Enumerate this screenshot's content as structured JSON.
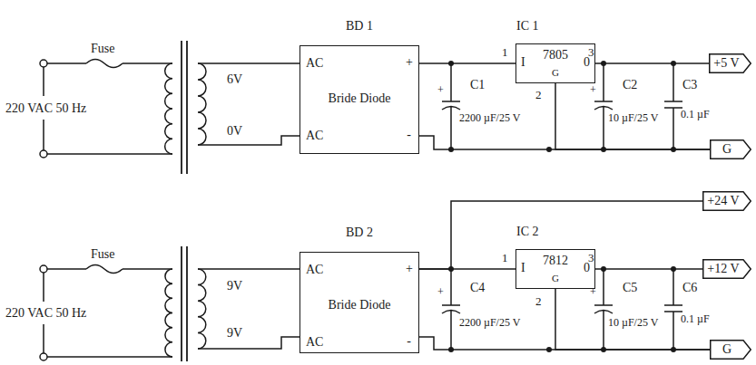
{
  "diagram": {
    "nodes": [
      {
        "text": [
          "BD 1",
          "AC",
          "+",
          "Bride Diode",
          "AC",
          "-"
        ]
      },
      {
        "text": [
          "IC 1",
          "I",
          "7805",
          "0",
          "G"
        ]
      },
      {
        "text": [
          "+5 V"
        ]
      },
      {
        "text": [
          "G"
        ]
      },
      {
        "text": [
          "BD 2",
          "AC",
          "+",
          "Bride Diode",
          "AC",
          "-"
        ]
      },
      {
        "text": [
          "IC 2",
          "I",
          "7812",
          "0",
          "G"
        ]
      },
      {
        "text": [
          "+24 V"
        ]
      },
      {
        "text": [
          "+12 V"
        ]
      },
      {
        "text": [
          "G"
        ]
      }
    ],
    "edges": [
      {
        "from": 0,
        "to": 1,
        "arrow": "none"
      },
      {
        "from": 1,
        "to": 2,
        "arrow": "none"
      },
      {
        "from": 0,
        "to": 3,
        "arrow": "none"
      },
      {
        "from": 1,
        "to": 3,
        "arrow": "none"
      },
      {
        "from": 4,
        "to": 5,
        "arrow": "none"
      },
      {
        "from": 4,
        "to": 6,
        "arrow": "none"
      },
      {
        "from": 5,
        "to": 7,
        "arrow": "none"
      },
      {
        "from": 4,
        "to": 8,
        "arrow": "none"
      },
      {
        "from": 5,
        "to": 8,
        "arrow": "none"
      }
    ],
    "labels": [
      "Fuse",
      "220 VAC 50 Hz",
      "6V",
      "0V",
      "1",
      "2",
      "3",
      "+",
      "C1",
      "2200 µF/25 V",
      "+",
      "C2",
      "10 µF/25 V",
      "C3",
      "0.1 µF",
      "Fuse",
      "220 VAC 50 Hz",
      "9V",
      "9V",
      "1",
      "2",
      "3",
      "+",
      "C4",
      "2200 µF/25 V",
      "+",
      "C5",
      "10 µF/25 V",
      "C6",
      "0.1 µF"
    ]
  }
}
